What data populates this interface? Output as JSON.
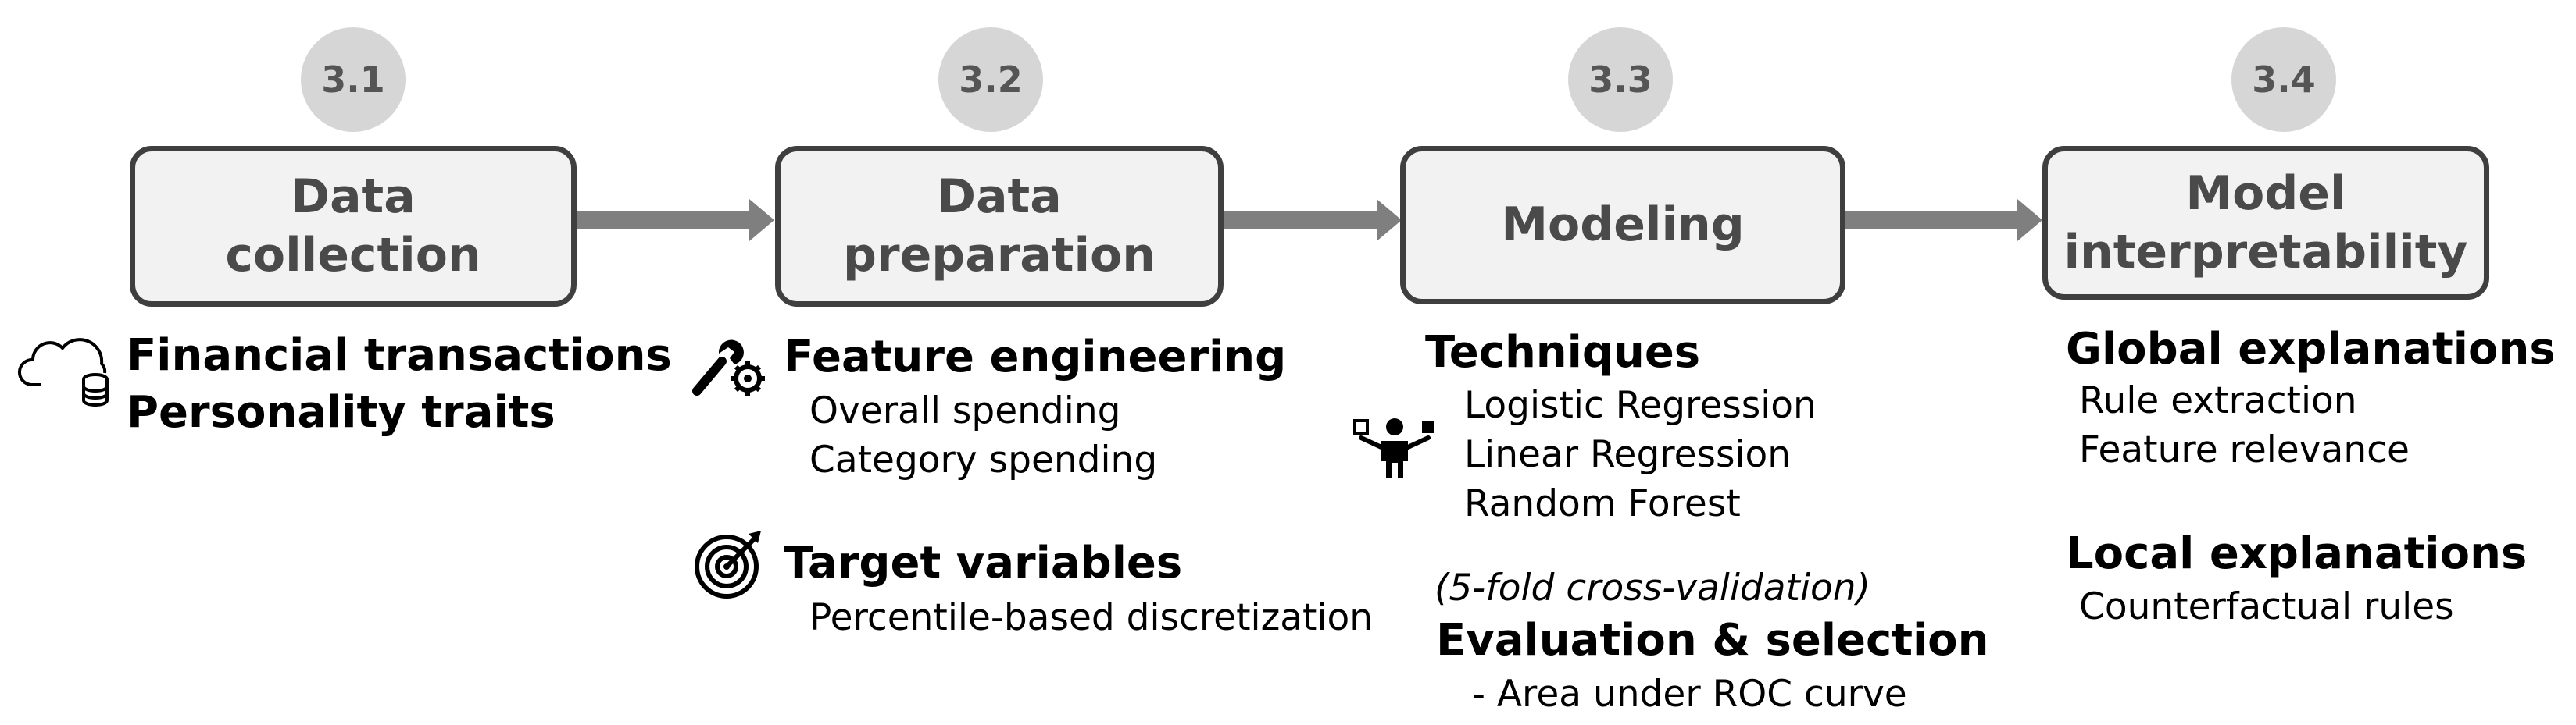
{
  "colors": {
    "circle_fill": "#d6d6d6",
    "circle_text": "#555555",
    "box_fill": "#f2f2f2",
    "box_border": "#3f3f3f",
    "box_text": "#4a4a4a",
    "arrow": "#7f7f7f"
  },
  "steps": [
    {
      "number": "3.1",
      "title_lines": [
        "Data",
        "collection"
      ]
    },
    {
      "number": "3.2",
      "title_lines": [
        "Data",
        "preparation"
      ]
    },
    {
      "number": "3.3",
      "title_lines": [
        "Modeling"
      ]
    },
    {
      "number": "3.4",
      "title_lines": [
        "Model",
        "interpretability"
      ]
    }
  ],
  "collection": {
    "icon": "cloud-database-icon",
    "items": [
      "Financial transactions",
      "Personality traits"
    ]
  },
  "preparation": {
    "feature_icon": "tools-gear-icon",
    "feature_heading": "Feature engineering",
    "feature_items": [
      "Overall spending",
      "Category spending"
    ],
    "target_icon": "target-icon",
    "target_heading": "Target variables",
    "target_items": [
      "Percentile-based discretization"
    ]
  },
  "modeling": {
    "techniques_heading": "Techniques",
    "techniques_icon": "person-choosing-icon",
    "techniques": [
      "Logistic Regression",
      "Linear Regression",
      "Random Forest"
    ],
    "validation_note": "(5-fold cross-validation)",
    "evaluation_heading": "Evaluation & selection",
    "evaluation_items": [
      "- Area under ROC curve"
    ]
  },
  "interpretability": {
    "global_heading": "Global explanations",
    "global_items": [
      "Rule extraction",
      "Feature relevance"
    ],
    "local_heading": "Local explanations",
    "local_items": [
      "Counterfactual rules"
    ]
  }
}
